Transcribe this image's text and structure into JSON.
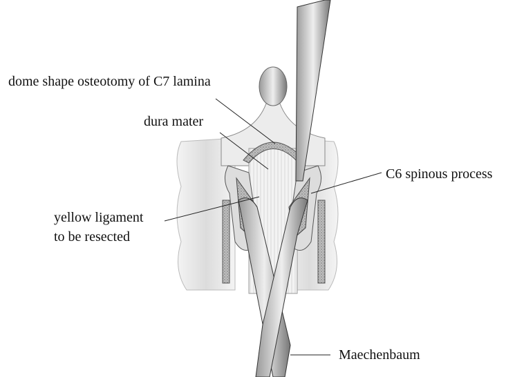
{
  "labels": {
    "osteotomy": "dome shape osteotomy of C7 lamina",
    "dura": "dura mater",
    "spinous": "C6 spinous process",
    "ligament_line1": "yellow ligament",
    "ligament_line2": "to be resected",
    "scissors": "Maechenbaum"
  }
}
